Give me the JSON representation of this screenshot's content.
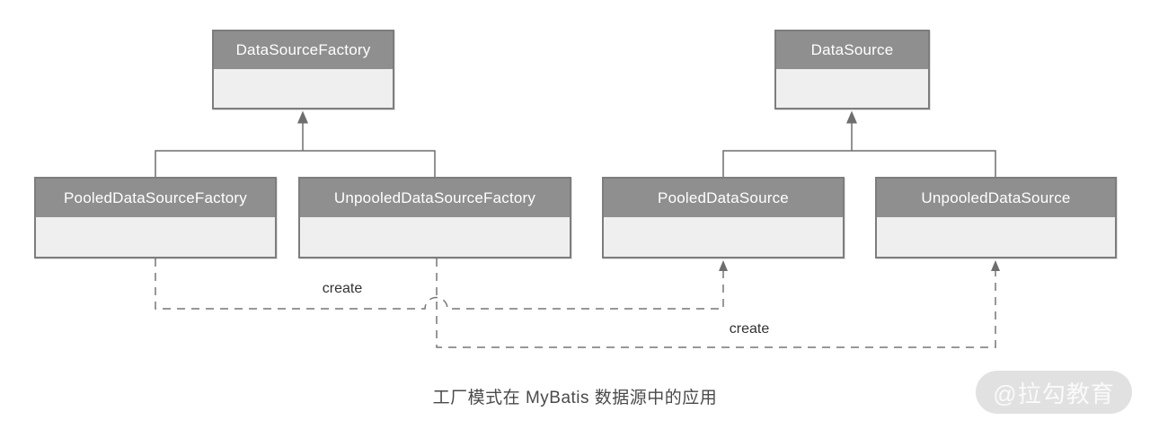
{
  "colors": {
    "class_header_bg": "#8f8f8f",
    "class_body_bg": "#f0efef",
    "class_border": "#7d7d7d",
    "connector_line": "#6e6e6e",
    "dashed_line": "#777777",
    "caption_text": "#4a4a4a",
    "watermark_bg": "#e1e1e1",
    "watermark_text": "#fafafa"
  },
  "diagram": {
    "classes": [
      {
        "label": "DataSourceFactory"
      },
      {
        "label": "DataSource"
      },
      {
        "label": "PooledDataSourceFactory"
      },
      {
        "label": "UnpooledDataSourceFactory"
      },
      {
        "label": "PooledDataSource"
      },
      {
        "label": "UnpooledDataSource"
      }
    ],
    "relations": [
      {
        "type": "inheritance",
        "from": "PooledDataSourceFactory",
        "to": "DataSourceFactory"
      },
      {
        "type": "inheritance",
        "from": "UnpooledDataSourceFactory",
        "to": "DataSourceFactory"
      },
      {
        "type": "inheritance",
        "from": "PooledDataSource",
        "to": "DataSource"
      },
      {
        "type": "inheritance",
        "from": "UnpooledDataSource",
        "to": "DataSource"
      },
      {
        "type": "create",
        "from": "PooledDataSourceFactory",
        "to": "PooledDataSource",
        "label": "create"
      },
      {
        "type": "create",
        "from": "UnpooledDataSourceFactory",
        "to": "UnpooledDataSource",
        "label": "create"
      }
    ],
    "create_labels": {
      "left": "create",
      "right": "create"
    },
    "caption": "工厂模式在 MyBatis 数据源中的应用",
    "watermark": "@拉勾教育"
  }
}
